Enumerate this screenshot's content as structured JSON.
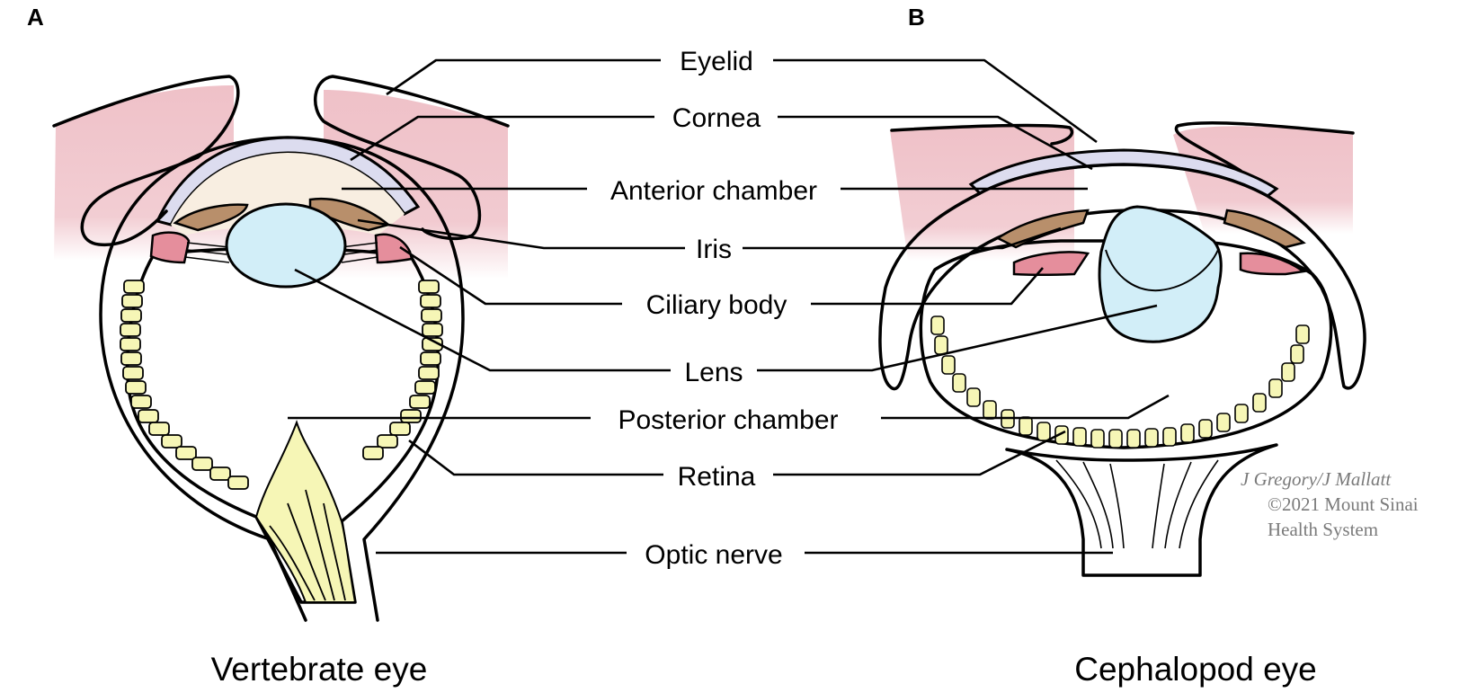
{
  "panels": {
    "a": {
      "letter": "A",
      "caption": "Vertebrate eye"
    },
    "b": {
      "letter": "B",
      "caption": "Cephalopod eye"
    }
  },
  "labels": {
    "eyelid": "Eyelid",
    "cornea": "Cornea",
    "anterior_chamber": "Anterior chamber",
    "iris": "Iris",
    "ciliary_body": "Ciliary body",
    "lens": "Lens",
    "posterior_chamber": "Posterior chamber",
    "retina": "Retina",
    "optic_nerve": "Optic nerve"
  },
  "credit": {
    "line1": "J Gregory/J Mallatt",
    "line2": "©2021 Mount Sinai",
    "line3": "Health System"
  },
  "colors": {
    "eyelid": "#efc1c8",
    "cornea": "#dcdcef",
    "anterior_chamber": "#f8eee1",
    "iris": "#b88f6b",
    "ciliary_body": "#e58e9c",
    "lens": "#d2eef8",
    "posterior_chamber": "#f0c6a2",
    "retina": "#f6f6b6"
  }
}
